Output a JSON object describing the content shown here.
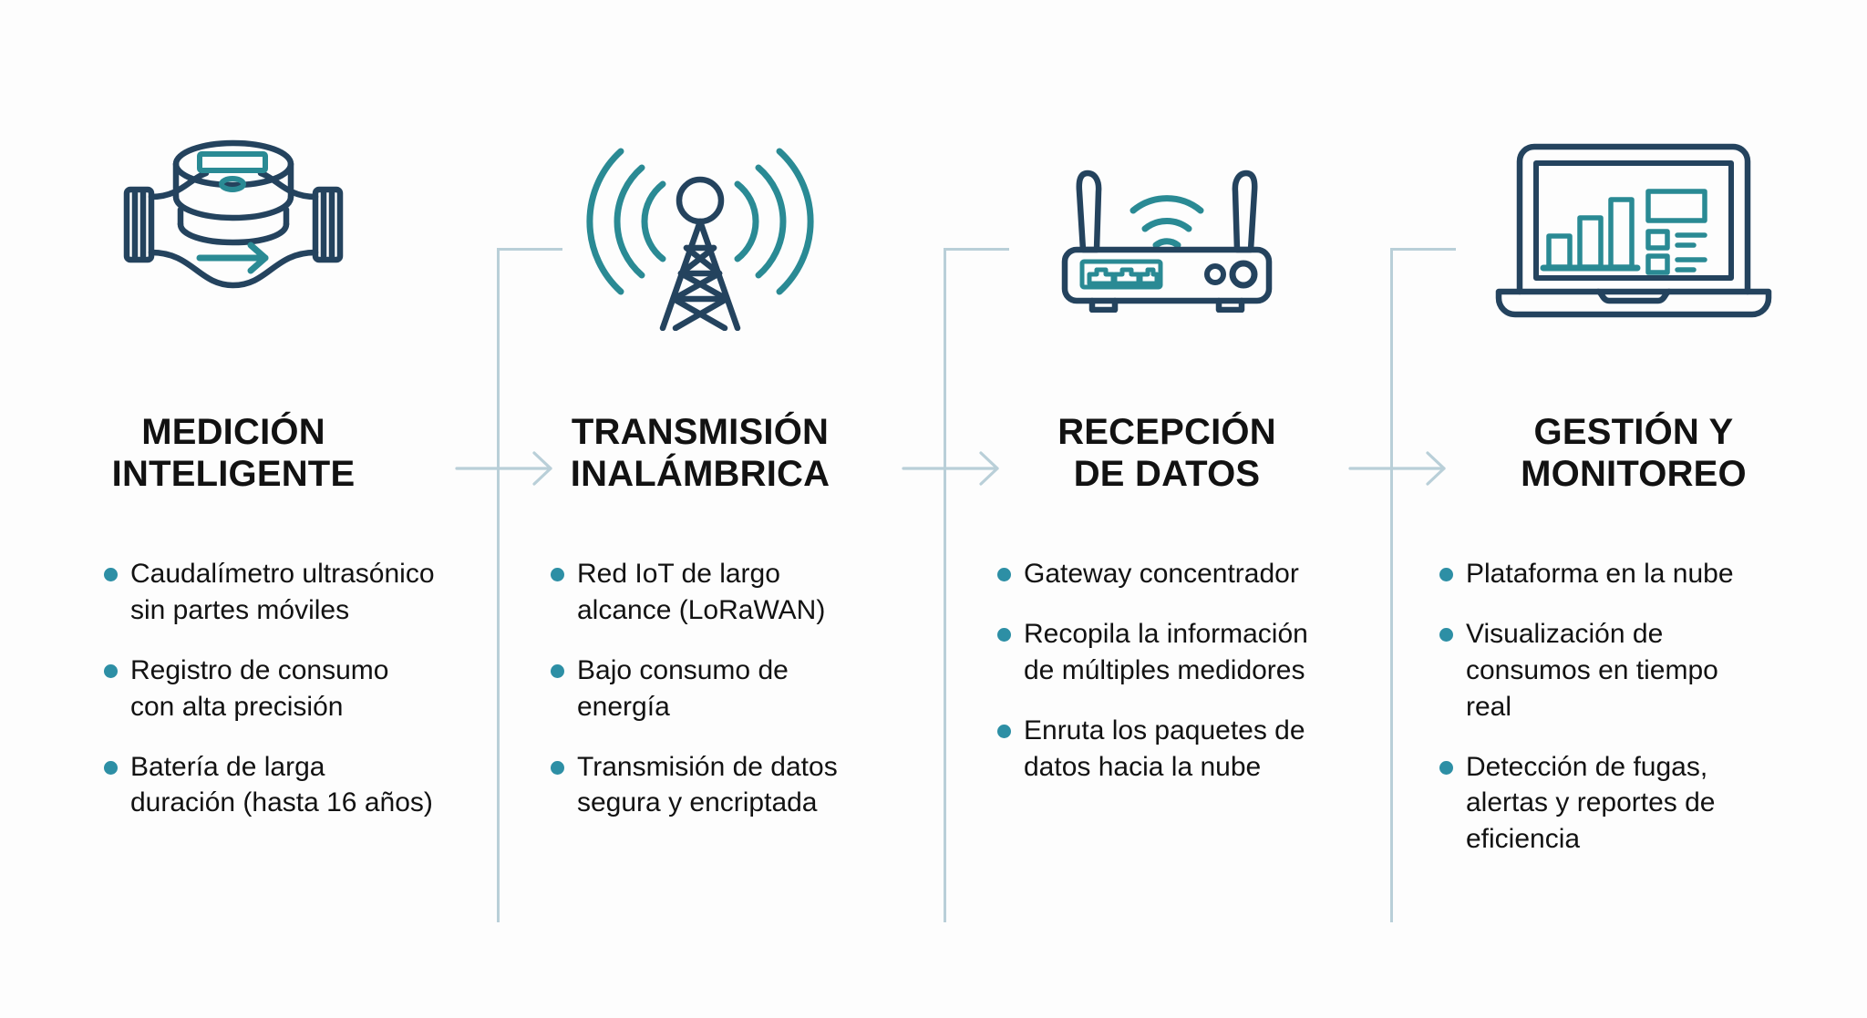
{
  "theme": {
    "background": "#fdfdfd",
    "navy": "#24435e",
    "teal": "#2d8fa5",
    "teal_icon": "#2a8a94",
    "connector": "#b9cfd8",
    "text": "#121212"
  },
  "stages": [
    {
      "id": "medicion-inteligente",
      "icon": "water-meter-icon",
      "title": "MEDICIÓN\nINTELIGENTE",
      "bullets": [
        "Caudalímetro ultrasónico sin partes móviles",
        "Registro de consumo con alta precisión",
        "Batería de larga duración (hasta 16 años)"
      ]
    },
    {
      "id": "transmision-inalambrica",
      "icon": "radio-tower-icon",
      "title": "TRANSMISIÓN\nINALÁMBRICA",
      "bullets": [
        "Red IoT de largo alcance (LoRaWAN)",
        "Bajo consumo de energía",
        "Transmisión de datos segura y encriptada"
      ]
    },
    {
      "id": "recepcion-de-datos",
      "icon": "router-gateway-icon",
      "title": "RECEPCIÓN\nDE DATOS",
      "bullets": [
        "Gateway concentrador",
        "Recopila la información de múltiples medidores",
        "Enruta los paquetes de datos hacia la nube"
      ]
    },
    {
      "id": "gestion-y-monitoreo",
      "icon": "laptop-dashboard-icon",
      "title": "GESTIÓN Y\nMONITOREO",
      "bullets": [
        "Plataforma en la nube",
        "Visualización de consumos en tiempo real",
        "Detección de fugas, alertas y reportes de eficiencia"
      ]
    }
  ],
  "connectors": [
    {
      "id": "connector-1",
      "from": "medicion-inteligente",
      "to": "transmision-inalambrica",
      "icon": "arrow-right-icon"
    },
    {
      "id": "connector-2",
      "from": "transmision-inalambrica",
      "to": "recepcion-de-datos",
      "icon": "arrow-right-icon"
    },
    {
      "id": "connector-3",
      "from": "recepcion-de-datos",
      "to": "gestion-y-monitoreo",
      "icon": "arrow-right-icon"
    }
  ]
}
